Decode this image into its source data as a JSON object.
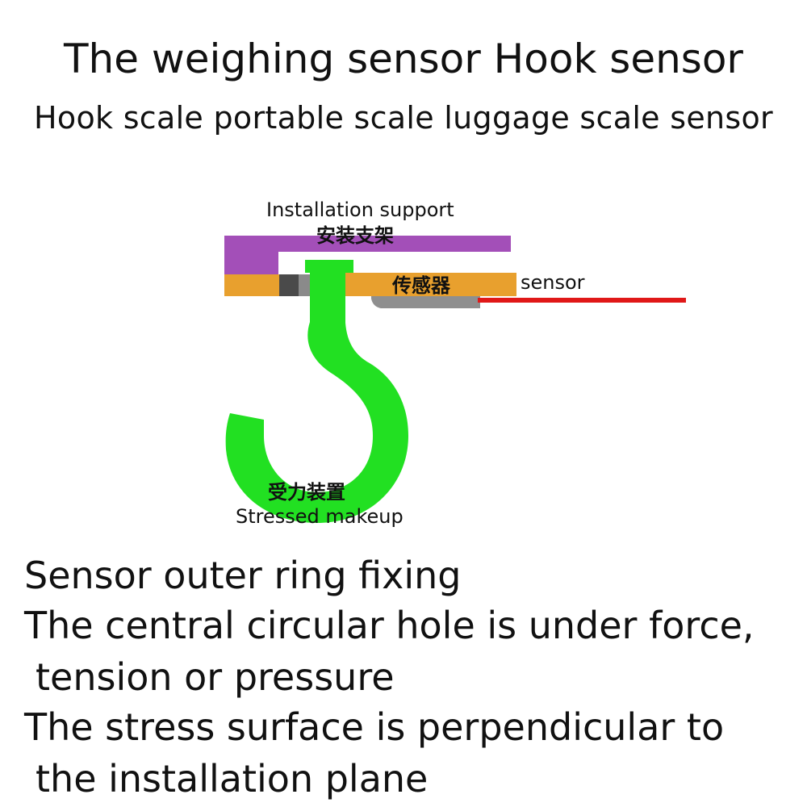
{
  "title": "The weighing sensor Hook sensor",
  "subtitle": "Hook scale portable scale luggage scale sensor",
  "diagram": {
    "installation_support_en": "Installation support",
    "installation_support_cn": "安装支架",
    "sensor_en": "sensor",
    "sensor_cn": "传感器",
    "stressed_en": "Stressed makeup",
    "stressed_cn": "受力装置",
    "colors": {
      "support": "#a34fb8",
      "sensor_body": "#e8a02e",
      "hook": "#22e022",
      "cable": "#e01818",
      "insert": "#5a5a5a",
      "cable_sleeve": "#8a8a8a"
    }
  },
  "notes": {
    "line1": "Sensor outer ring fixing",
    "line2": "The central circular hole is under force,",
    "line2b": "tension or pressure",
    "line3": "The stress surface is perpendicular to",
    "line3b": "the installation plane"
  }
}
